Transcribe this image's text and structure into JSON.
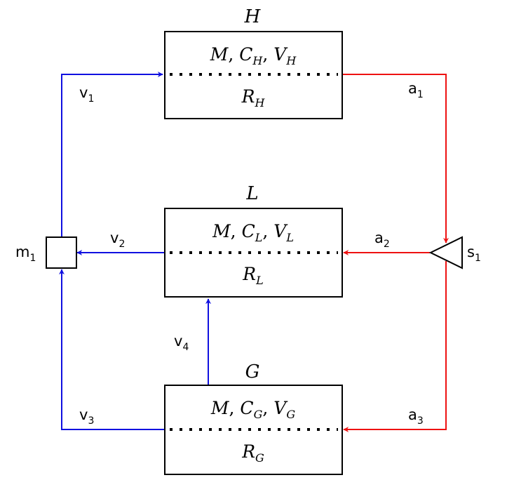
{
  "colors": {
    "blue": "#1010e0",
    "red": "#ee1111",
    "black": "#000000"
  },
  "nodes": {
    "H": {
      "title": "H",
      "top": [
        "M",
        ", ",
        "C",
        "H",
        ", ",
        "V",
        "H"
      ],
      "bottom": [
        "R",
        "H"
      ]
    },
    "L": {
      "title": "L",
      "top": [
        "M",
        ", ",
        "C",
        "L",
        ", ",
        "V",
        "L"
      ],
      "bottom": [
        "R",
        "L"
      ]
    },
    "G": {
      "title": "G",
      "top": [
        "M",
        ", ",
        "C",
        "G",
        ", ",
        "V",
        "G"
      ],
      "bottom": [
        "R",
        "G"
      ]
    },
    "m1": {
      "name": "m",
      "sub": "1"
    },
    "s1": {
      "name": "s",
      "sub": "1"
    }
  },
  "edges": {
    "v1": {
      "name": "v",
      "sub": "1"
    },
    "v2": {
      "name": "v",
      "sub": "2"
    },
    "v3": {
      "name": "v",
      "sub": "3"
    },
    "v4": {
      "name": "v",
      "sub": "4"
    },
    "a1": {
      "name": "a",
      "sub": "1"
    },
    "a2": {
      "name": "a",
      "sub": "2"
    },
    "a3": {
      "name": "a",
      "sub": "3"
    }
  }
}
